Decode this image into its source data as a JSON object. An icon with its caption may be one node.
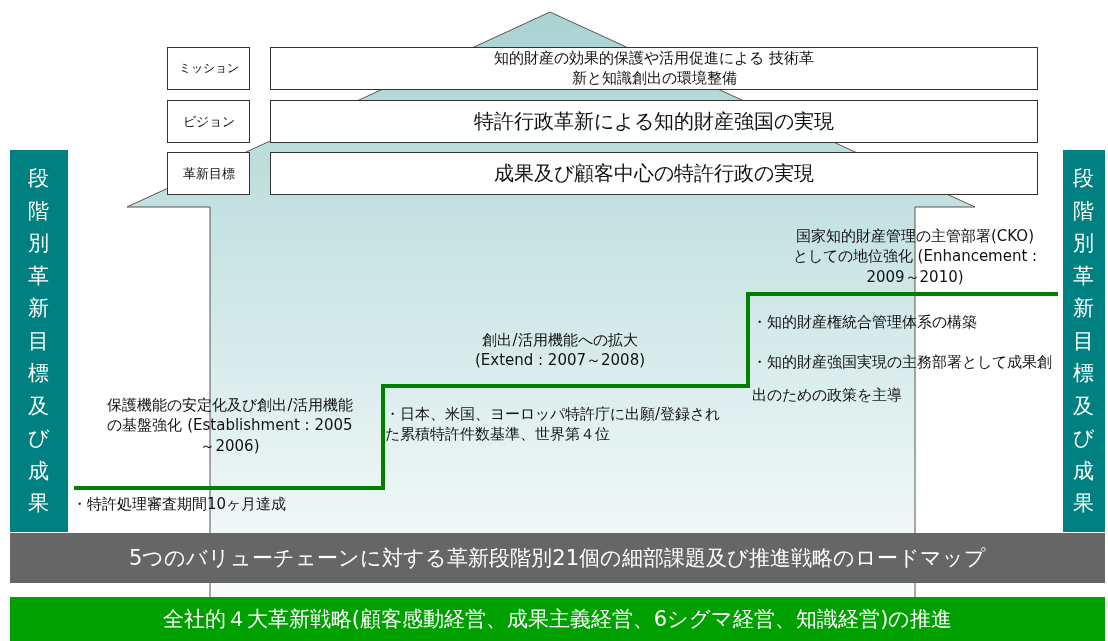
{
  "diagram": {
    "nodes": [
      {
        "text": [
          "ミッション"
        ]
      },
      {
        "text": [
          "知的財産の効果的保護や活用促進による 技術革新と知識創出の環境整備"
        ]
      },
      {
        "text": [
          "ビジョン"
        ]
      },
      {
        "text": [
          "特許行政革新による知的財産強国の実現"
        ]
      },
      {
        "text": [
          "革新目標"
        ]
      },
      {
        "text": [
          "成果及び顧客中心の特許行政の実現"
        ]
      },
      {
        "text": [
          "段階別革新目標及び成果"
        ]
      },
      {
        "text": [
          "段階別革新目標及び成果"
        ]
      },
      {
        "text": [
          "5つのバリューチェーンに対する革新段階別21個の細部課題及び推進戦略のロードマップ"
        ]
      },
      {
        "text": [
          "全社的４大革新戦略(顧客感動経営、成果主義経営、6シグマ経営、知識経営)の推進"
        ]
      }
    ],
    "edges": [],
    "labels": [
      "国家知的財産管理の主管部署(CKO)としての地位強化 (Enhancement : 2009～2010)",
      "・知的財産権統合管理体系の構築",
      "・知的財産強国実現の主務部署として成果創出のための政策を主導",
      "創出/活用機能への拡大 (Extend : 2007～2008)",
      "保護機能の安定化及び創出/活用機能の基盤強化 (Establishment : 2005～2006)",
      "・日本、米国、ヨーロッパ特許庁に出願/登録された累積特許件数基準、世界第４位",
      "・特許処理審査期間10ヶ月達成"
    ]
  }
}
